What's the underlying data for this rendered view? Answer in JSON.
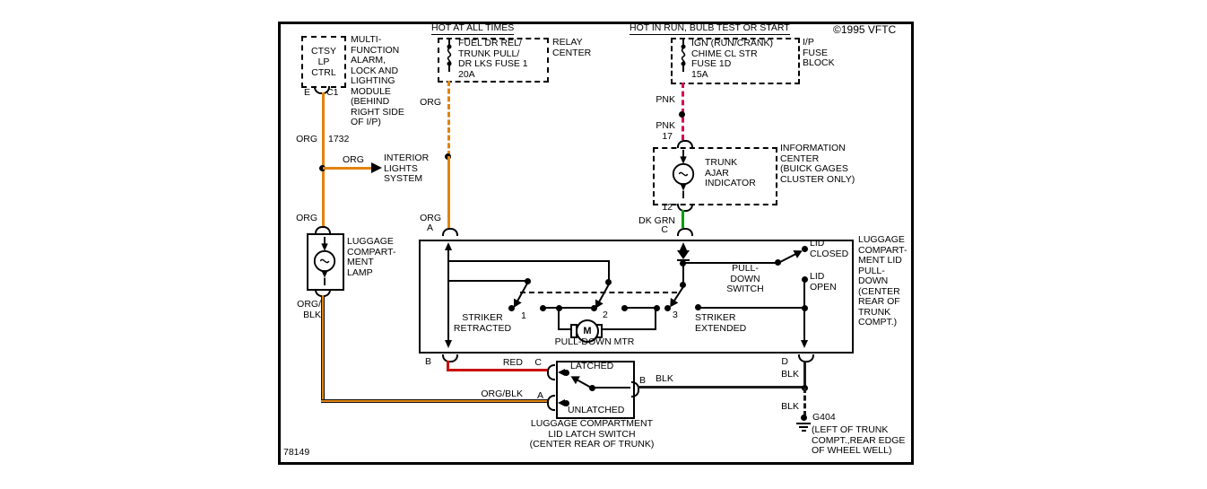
{
  "colors": {
    "org": "#E2830F",
    "pnk": "#D60950",
    "red": "#C90D0D",
    "dk_grn": "#009E0A",
    "blk": "#1C1C1C"
  },
  "footer": {
    "diagram_number": "78149"
  },
  "copyright": "©1995 VFTC",
  "ctsy_module": {
    "box_label": "CTSY\nLP\nCTRL",
    "pin_e": "E",
    "pin_c1": "C1",
    "description": "MULTI-\nFUNCTION\nALARM,\nLOCK AND\nLIGHTING\nMODULE\n(BEHIND\nRIGHT SIDE\nOF I/P)"
  },
  "relay_center": {
    "header": "HOT AT ALL TIMES",
    "fuse_label": "FUEL DR REL/\nTRUNK PULL/\nDR LKS FUSE 1\n20A",
    "name": "RELAY\nCENTER"
  },
  "ip_fuse_block": {
    "header": "HOT IN RUN, BULB TEST OR START",
    "fuse_label": "IGN (RUN/CRANK)\nCHIME CL STR\nFUSE 1D\n15A",
    "name": "I/P\nFUSE\nBLOCK"
  },
  "interior_lights": {
    "label": "INTERIOR\nLIGHTS\nSYSTEM"
  },
  "info_center": {
    "indicator": "TRUNK\nAJAR\nINDICATOR",
    "name": "INFORMATION\nCENTER\n(BUICK GAGES\nCLUSTER ONLY)"
  },
  "luggage_lamp": {
    "name": "LUGGAGE\nCOMPART-\nMENT\nLAMP"
  },
  "wires": {
    "org": "ORG",
    "ckt_1732": "1732",
    "org_blk_stack": "ORG/\nBLK",
    "org_blk": "ORG/BLK",
    "pnk": "PNK",
    "ckt_17": "17",
    "ckt_12": "12",
    "dk_grn": "DK GRN",
    "red": "RED",
    "blk": "BLK"
  },
  "pulldown": {
    "name": "LUGGAGE\nCOMPART-\nMENT LID\nPULL-\nDOWN\n(CENTER\nREAR OF\nTRUNK\nCOMPT.)",
    "striker_retracted": "STRIKER\nRETRACTED",
    "striker_extended": "STRIKER\nEXTENDED",
    "switch_label": "PULL-\nDOWN\nSWITCH",
    "motor_label": "PULL-DOWN MTR",
    "motor_m": "M",
    "lid_closed": "LID\nCLOSED",
    "lid_open": "LID\nOPEN",
    "pos1": "1",
    "pos2": "2",
    "pos3": "3",
    "pin_a": "A",
    "pin_b": "B",
    "pin_c": "C",
    "pin_d": "D"
  },
  "latch_switch": {
    "latched": "LATCHED",
    "unlatched": "UNLATCHED",
    "pin_c": "C",
    "pin_a": "A",
    "pin_b": "B",
    "name": "LUGGAGE COMPARTMENT\nLID LATCH SWITCH\n(CENTER REAR OF TRUNK)"
  },
  "ground": {
    "id": "G404",
    "location": "(LEFT OF TRUNK\nCOMPT.,REAR EDGE\nOF WHEEL WELL)"
  }
}
